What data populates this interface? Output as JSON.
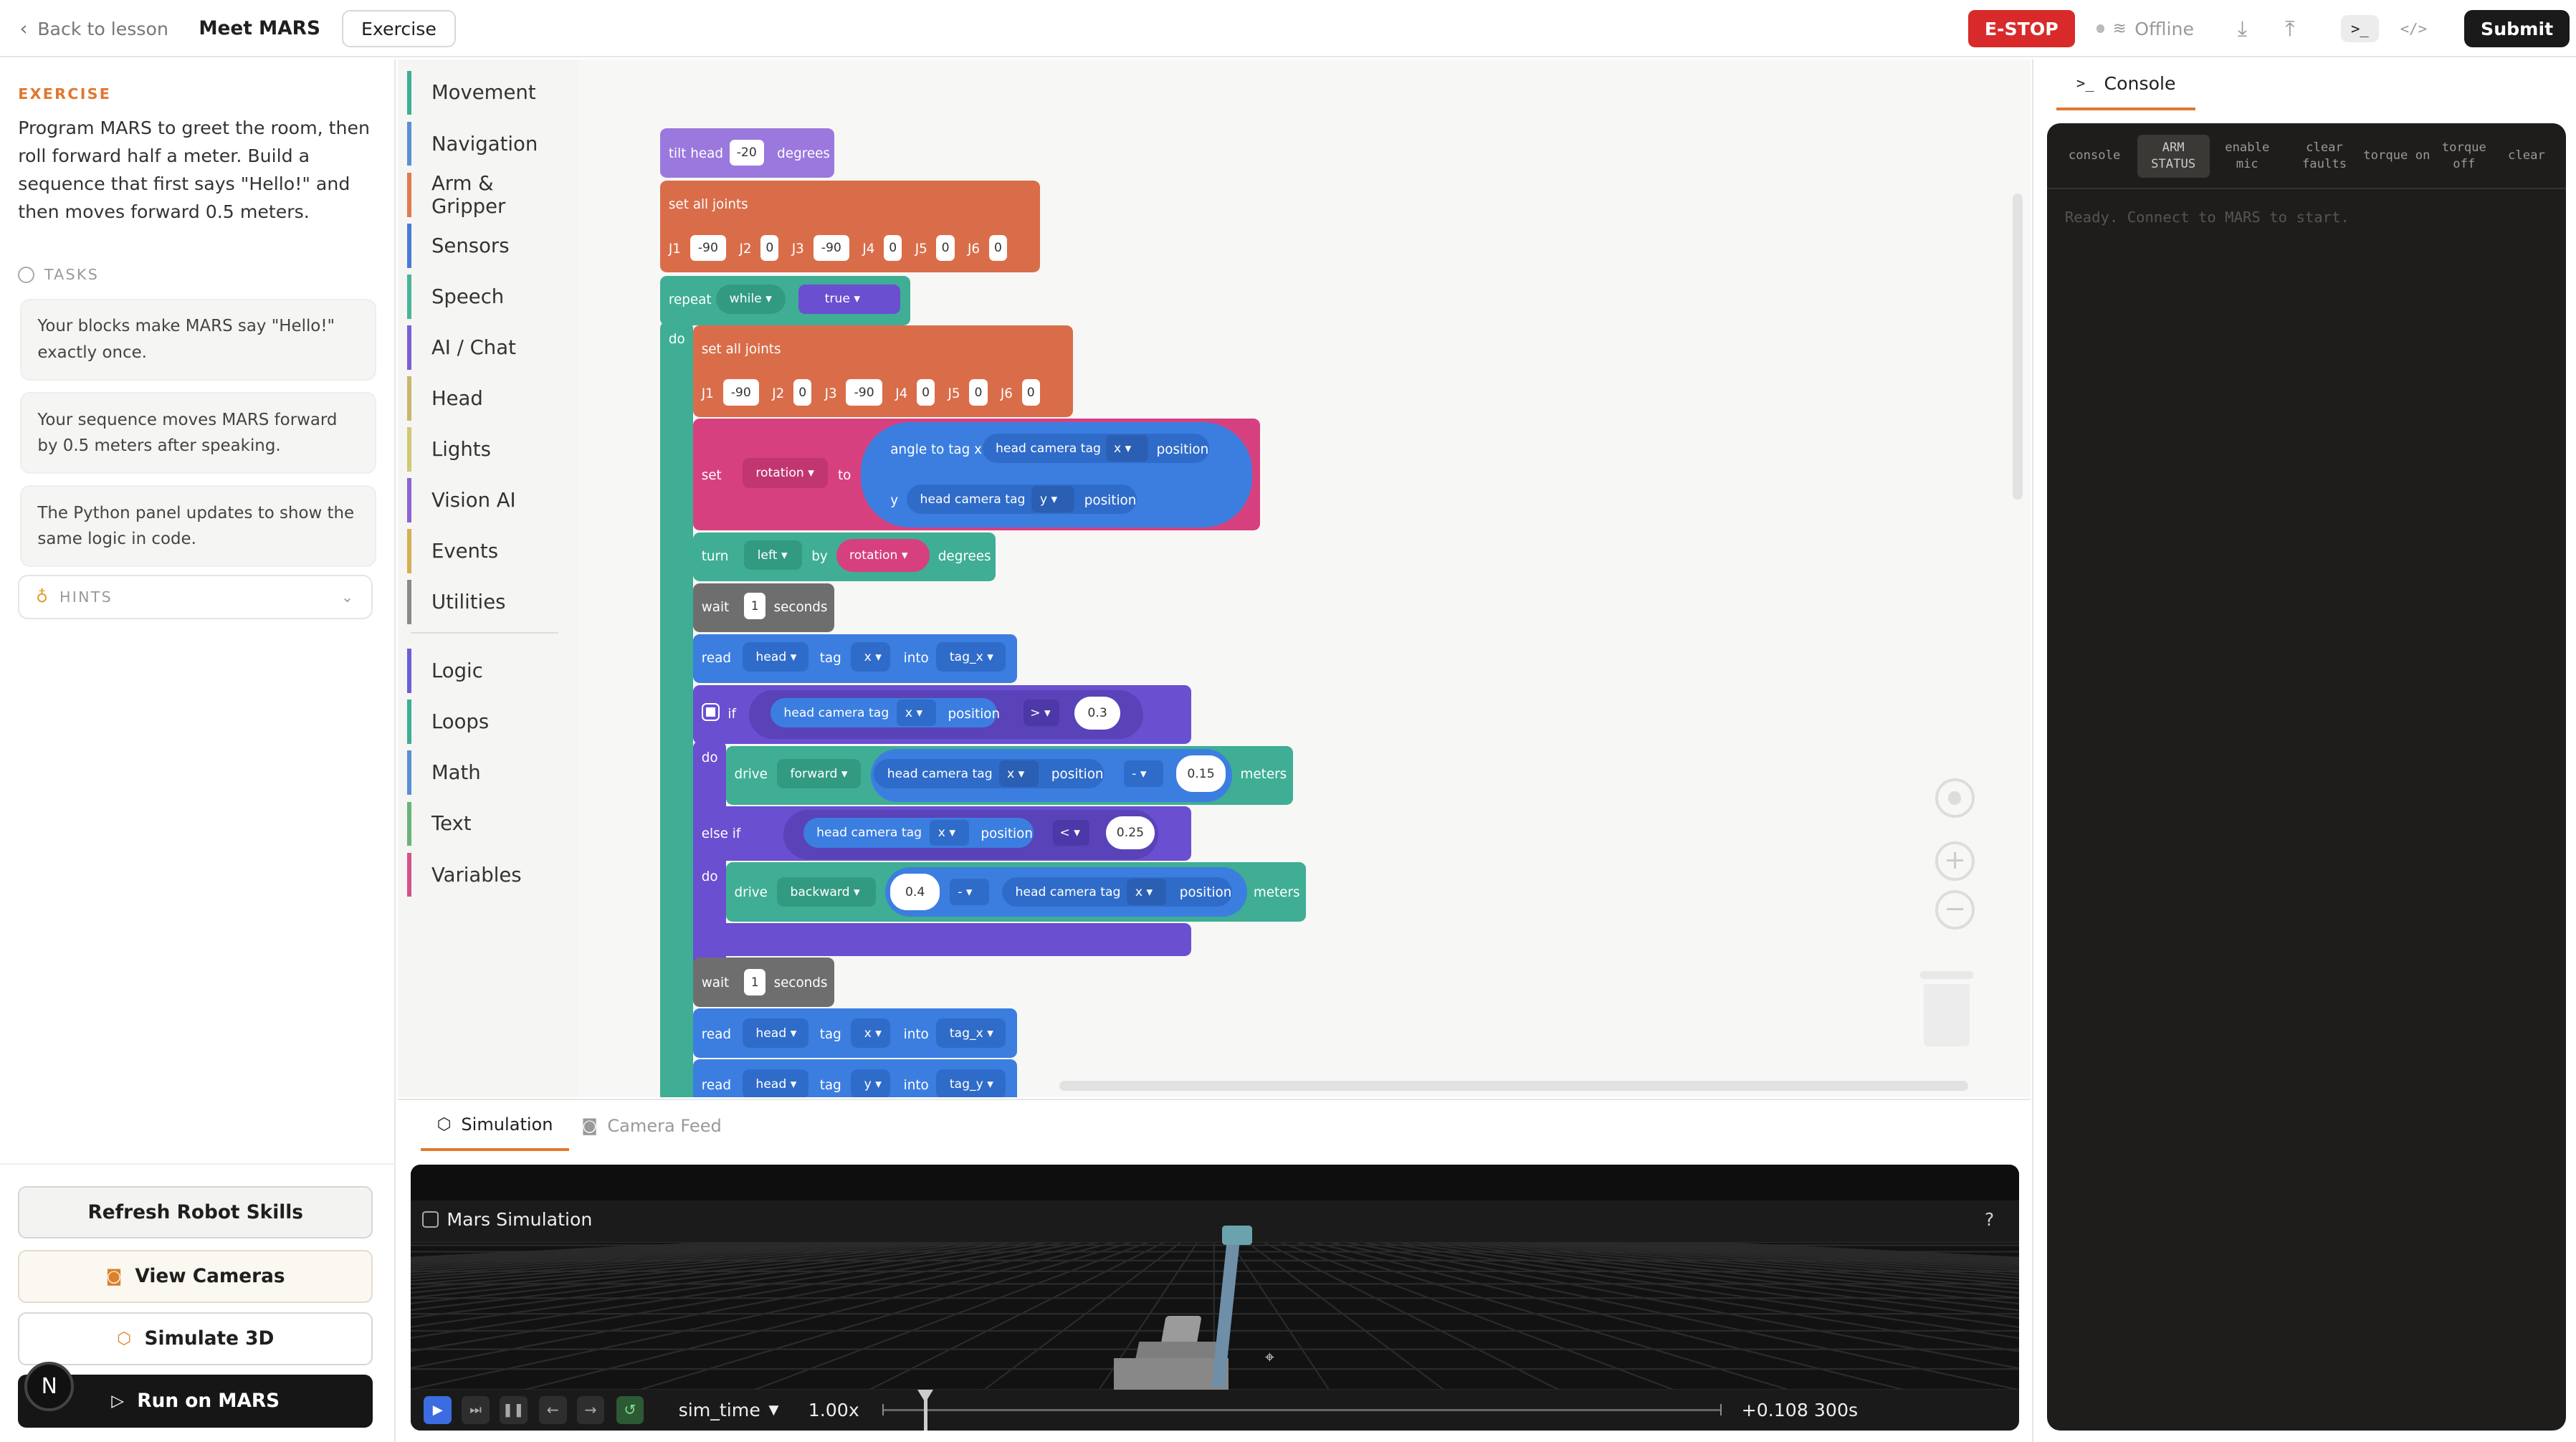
{
  "header": {
    "back_label": "Back to lesson",
    "title": "Meet MARS",
    "mode_label": "Exercise",
    "estop_label": "E-STOP",
    "status_label": "Offline",
    "submit_label": "Submit"
  },
  "exercise": {
    "section_label": "EXERCISE",
    "description": "Program MARS to greet the room, then roll forward half a meter. Build a sequence that first says \"Hello!\" and then moves forward 0.5 meters.",
    "tasks_label": "TASKS",
    "tasks": [
      "Your blocks make MARS say \"Hello!\" exactly once.",
      "Your sequence moves MARS forward by 0.5 meters after speaking.",
      "The Python panel updates to show the same logic in code."
    ],
    "hints_label": "HINTS"
  },
  "actions": {
    "refresh": "Refresh Robot Skills",
    "cameras": "View Cameras",
    "simulate": "Simulate 3D",
    "run": "Run on MARS"
  },
  "categories": [
    "Movement",
    "Navigation",
    "Arm & Gripper",
    "Sensors",
    "Speech",
    "AI / Chat",
    "Head",
    "Lights",
    "Vision AI",
    "Events",
    "Utilities",
    "Logic",
    "Loops",
    "Math",
    "Text",
    "Variables"
  ],
  "category_colors": [
    "#3fae94",
    "#5a8fd6",
    "#e07a4f",
    "#4a7ad9",
    "#4bb39a",
    "#7a5fd6",
    "#c9b66c",
    "#d0c873",
    "#8b63d6",
    "#d4b053",
    "#8a8a8a",
    "#6a5fd6",
    "#3fae94",
    "#5b8fd6",
    "#69b37a",
    "#d6528a"
  ],
  "blocks": {
    "tilt_head": "tilt head",
    "tilt_value": "-20",
    "degrees": "degrees",
    "set_all_joints": "set all joints",
    "joints": [
      "J1",
      "J2",
      "J3",
      "J4",
      "J5",
      "J6"
    ],
    "joint_values_1": [
      "-90",
      "0",
      "-90",
      "0",
      "0",
      "0"
    ],
    "joint_values_2": [
      "-90",
      "0",
      "-90",
      "0",
      "0",
      "0"
    ],
    "repeat": "repeat",
    "while": "while",
    "true": "true",
    "do": "do",
    "set": "set",
    "rotation": "rotation",
    "to": "to",
    "angle_to_tag_x": "angle to tag x",
    "y": "y",
    "x": "x",
    "head_camera_tag": "head camera tag",
    "position": "position",
    "turn": "turn",
    "left": "left",
    "by": "by",
    "wait": "wait",
    "wait_value": "1",
    "seconds": "seconds",
    "read": "read",
    "head": "head",
    "tag": "tag",
    "into": "into",
    "tag_x": "tag_x",
    "tag_y": "tag_y",
    "if": "if",
    "gt": ">",
    "lt": "<",
    "minus": "-",
    "v03": "0.3",
    "drive": "drive",
    "forward": "forward",
    "backward": "backward",
    "v015": "0.15",
    "meters": "meters",
    "else_if": "else if",
    "v025": "0.25",
    "v04": "0.4"
  },
  "console": {
    "tab_label": "Console",
    "buttons": [
      "console",
      "ARM STATUS",
      "enable mic",
      "clear faults",
      "torque on",
      "torque off",
      "clear"
    ],
    "placeholder": "Ready. Connect to MARS to start."
  },
  "simulation": {
    "tab_sim": "Simulation",
    "tab_camera": "Camera Feed",
    "title": "Mars Simulation",
    "help": "?",
    "time_source": "sim_time",
    "speed": "1.00x",
    "time_readout": "+0.108 300s",
    "timeline_position": 0.05
  },
  "avatar_letter": "N"
}
